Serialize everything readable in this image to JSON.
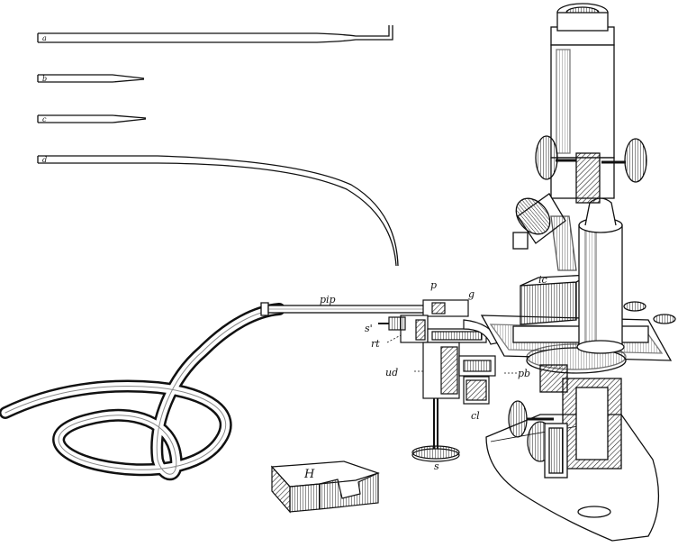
{
  "figure": {
    "pipette_labels": {
      "a": "a",
      "b": "b",
      "c": "c",
      "d": "d"
    },
    "part_labels": {
      "pip": "pip",
      "p": "p",
      "g": "g",
      "ic": "ic",
      "s_prime": "s'",
      "rt": "rt",
      "ud": "ud",
      "pb": "pb",
      "cl": "cl",
      "s": "s",
      "H": "H"
    }
  }
}
